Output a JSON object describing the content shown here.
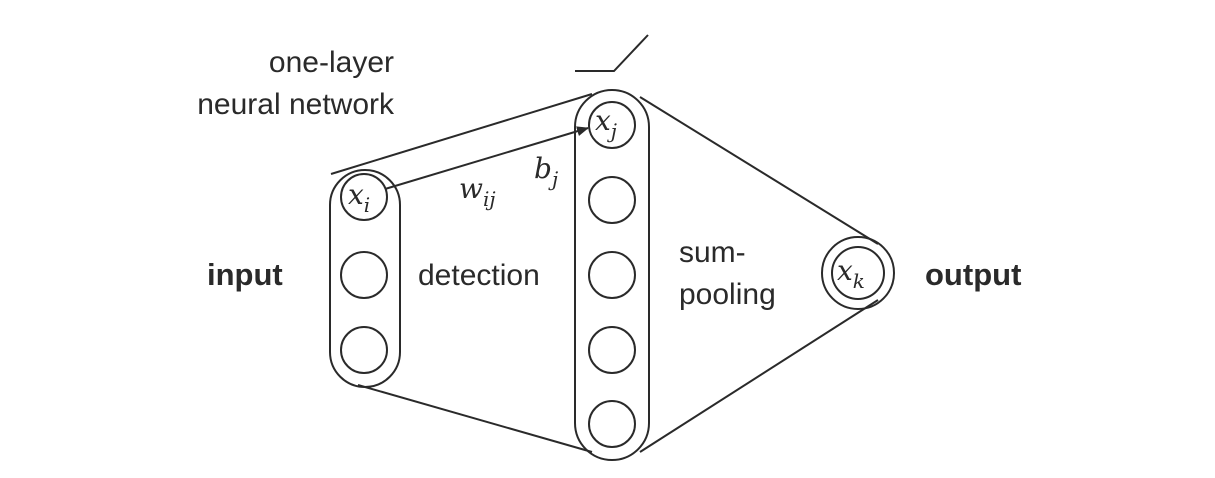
{
  "labels": {
    "one_layer_line1": "one-layer",
    "one_layer_line2": "neural network",
    "input": "input",
    "detection": "detection",
    "sum_line1": "sum-",
    "sum_line2": "pooling",
    "output": "output"
  },
  "math": {
    "xi_base": "x",
    "xi_sub": "i",
    "xj_base": "x",
    "xj_sub": "j",
    "xk_base": "x",
    "xk_sub": "k",
    "w_base": "w",
    "w_sub": "ij",
    "b_base": "b",
    "b_sub": "j"
  },
  "layers": {
    "input_node_count": 3,
    "detection_node_count": 5,
    "output_node_count": 1
  }
}
